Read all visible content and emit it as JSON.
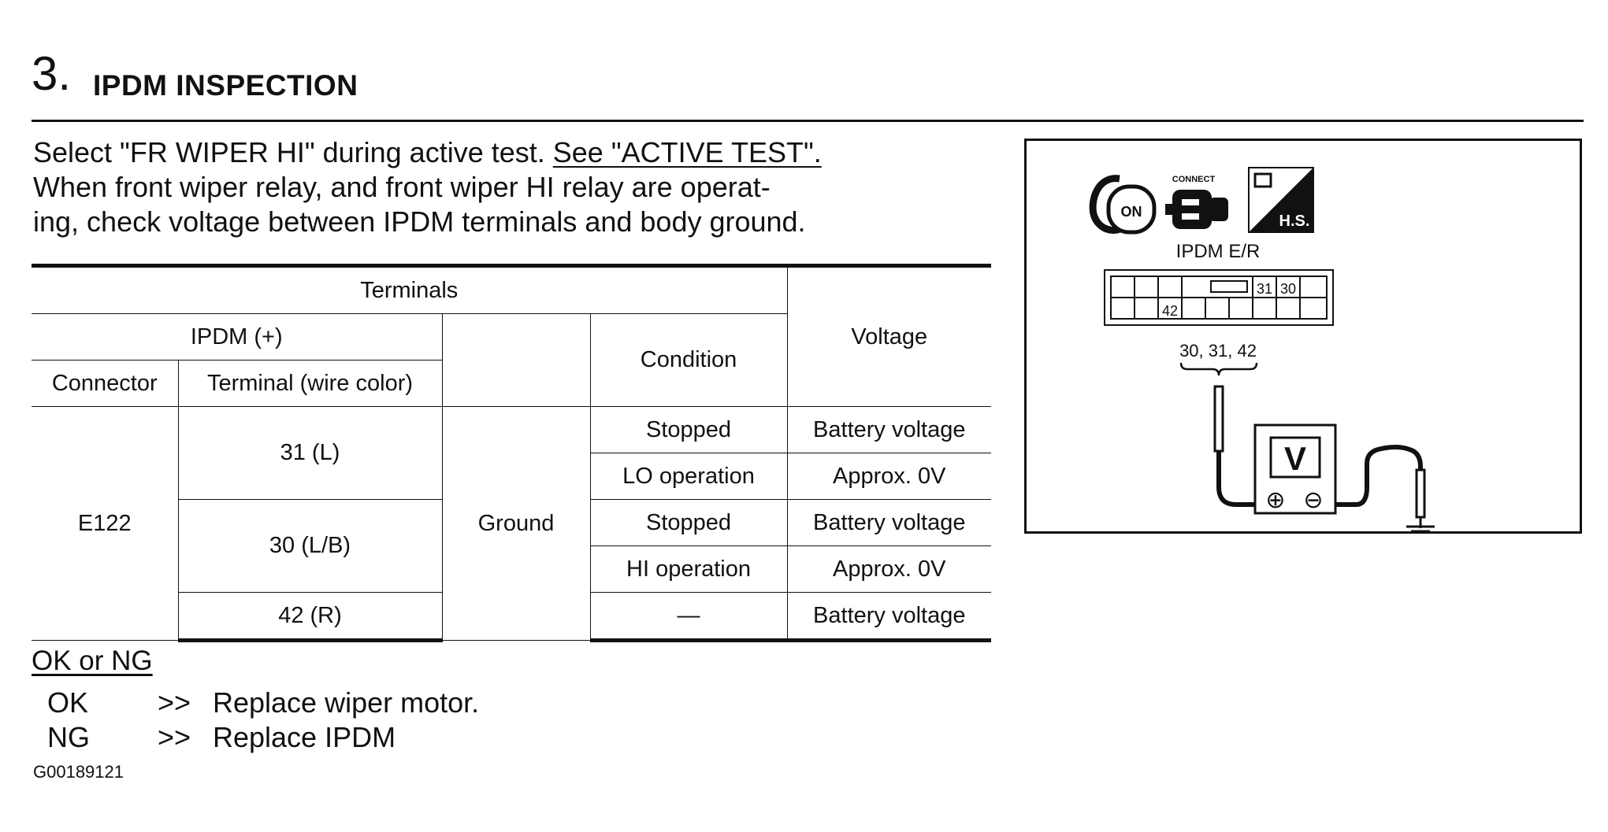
{
  "step": {
    "number": "3.",
    "title": "IPDM INSPECTION"
  },
  "instructions": {
    "line1_text": "Select \"FR WIPER HI\" during active test. ",
    "line1_link": "See \"ACTIVE TEST\".",
    "line2": "When front wiper relay, and front wiper HI relay are operat-",
    "line3": "ing, check voltage between IPDM terminals and body ground."
  },
  "table": {
    "headers": {
      "terminals": "Terminals",
      "ipdm_plus": "IPDM (+)",
      "connector": "Connector",
      "terminal_wire": "Terminal (wire color)",
      "condition": "Condition",
      "voltage": "Voltage"
    },
    "connector": "E122",
    "ground": "Ground",
    "rows": [
      {
        "terminal": "31 (L)",
        "condition": "Stopped",
        "voltage": "Battery voltage"
      },
      {
        "terminal": "31 (L)",
        "condition": "LO operation",
        "voltage": "Approx. 0V"
      },
      {
        "terminal": "30 (L/B)",
        "condition": "Stopped",
        "voltage": "Battery voltage"
      },
      {
        "terminal": "30 (L/B)",
        "condition": "HI operation",
        "voltage": "Approx. 0V"
      },
      {
        "terminal": "42 (R)",
        "condition": "—",
        "voltage": "Battery voltage"
      }
    ]
  },
  "results": {
    "heading": "OK or NG",
    "items": [
      {
        "code": "OK",
        "arrow": ">>",
        "action": "Replace wiper motor."
      },
      {
        "code": "NG",
        "arrow": ">>",
        "action": "Replace IPDM"
      }
    ]
  },
  "figure_id": "G00189121",
  "diagram": {
    "ignition_label": "ON",
    "connect_label": "CONNECT",
    "hs_label": "H.S.",
    "connector_title": "IPDM E/R",
    "pin_31": "31",
    "pin_30": "30",
    "pin_42": "42",
    "probe_pins": "30, 31, 42",
    "meter_label": "V",
    "plus_symbol": "⊕",
    "minus_symbol": "⊖"
  }
}
